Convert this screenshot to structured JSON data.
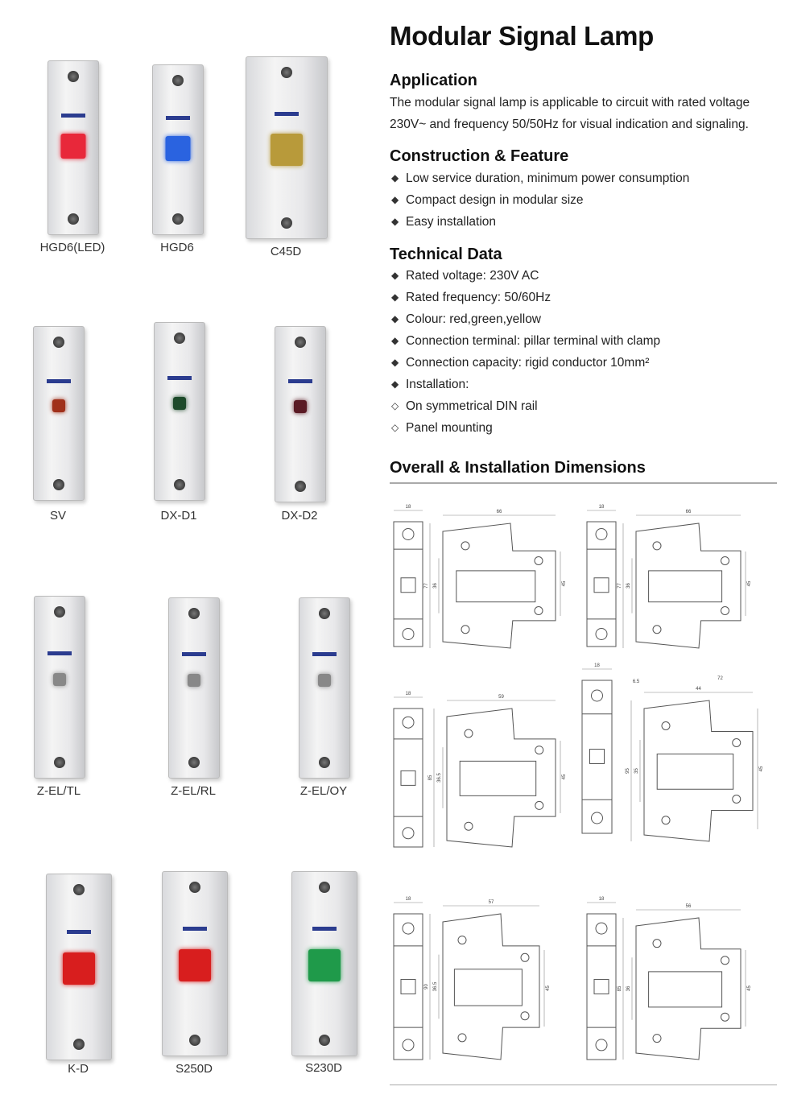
{
  "title": "Modular Signal Lamp",
  "application": {
    "heading": "Application",
    "text": "The modular signal lamp is applicable to circuit with rated voltage 230V~ and frequency 50/50Hz for visual indication and signaling."
  },
  "construction": {
    "heading": "Construction & Feature",
    "items": [
      "Low service duration, minimum power consumption",
      "Compact design in modular size",
      "Easy installation"
    ]
  },
  "technical": {
    "heading": "Technical Data",
    "items": [
      {
        "bullet": "◆",
        "text": "Rated voltage: 230V AC"
      },
      {
        "bullet": "◆",
        "text": "Rated frequency: 50/60Hz"
      },
      {
        "bullet": "◆",
        "text": "Colour: red,green,yellow"
      },
      {
        "bullet": "◆",
        "text": "Connection terminal: pillar terminal with clamp"
      },
      {
        "bullet": "◆",
        "text": "Connection capacity: rigid conductor 10mm²"
      },
      {
        "bullet": "◆",
        "text": "Installation:"
      },
      {
        "bullet": "◇",
        "text": "On symmetrical DIN rail"
      },
      {
        "bullet": "◇",
        "text": "Panel mounting"
      }
    ]
  },
  "dimensions": {
    "heading": "Overall & Installation Dimensions",
    "drawings": [
      {
        "labels": [
          "18",
          "66",
          "77",
          "36",
          "45"
        ]
      },
      {
        "labels": [
          "18",
          "66",
          "77",
          "36",
          "45"
        ]
      },
      {
        "labels": [
          "18",
          "59",
          "85",
          "36.5",
          "45"
        ]
      },
      {
        "labels": [
          "18",
          "44",
          "95",
          "35",
          "45",
          "6.5",
          "72"
        ]
      },
      {
        "labels": [
          "18",
          "57",
          "90",
          "36.5",
          "45"
        ]
      },
      {
        "labels": [
          "18",
          "56",
          "85",
          "36",
          "45"
        ]
      }
    ]
  },
  "products": [
    {
      "name": "HGD6(LED)",
      "lamp": "#e8283a"
    },
    {
      "name": "HGD6",
      "lamp": "#2a63e0"
    },
    {
      "name": "C45D",
      "lamp": "#b89a3a"
    },
    {
      "name": "SV",
      "lamp": "#a0301a"
    },
    {
      "name": "DX-D1",
      "lamp": "#1d4a2a"
    },
    {
      "name": "DX-D2",
      "lamp": "#5a1a24"
    },
    {
      "name": "Z-EL/TL",
      "lamp": "#888888"
    },
    {
      "name": "Z-EL/RL",
      "lamp": "#888888"
    },
    {
      "name": "Z-EL/OY",
      "lamp": "#888888"
    },
    {
      "name": "K-D",
      "lamp": "#d81e1e"
    },
    {
      "name": "S250D",
      "lamp": "#d81e1e"
    },
    {
      "name": "S230D",
      "lamp": "#1f9a4a"
    }
  ]
}
